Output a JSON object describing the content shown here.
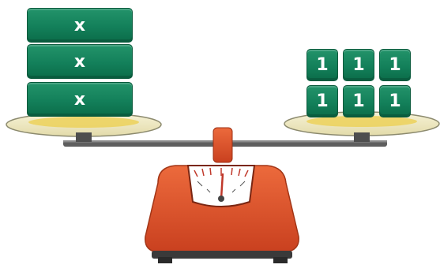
{
  "left_pan": {
    "blocks": [
      {
        "label": "x"
      },
      {
        "label": "x"
      },
      {
        "label": "x"
      }
    ]
  },
  "right_pan": {
    "blocks": [
      {
        "label": "1"
      },
      {
        "label": "1"
      },
      {
        "label": "1"
      },
      {
        "label": "1"
      },
      {
        "label": "1"
      },
      {
        "label": "1"
      }
    ]
  },
  "colors": {
    "block_green": "#13805a",
    "scale_body": "#e0532b",
    "pan_fill": "#f1edc8",
    "beam": "#5e5e5e"
  }
}
